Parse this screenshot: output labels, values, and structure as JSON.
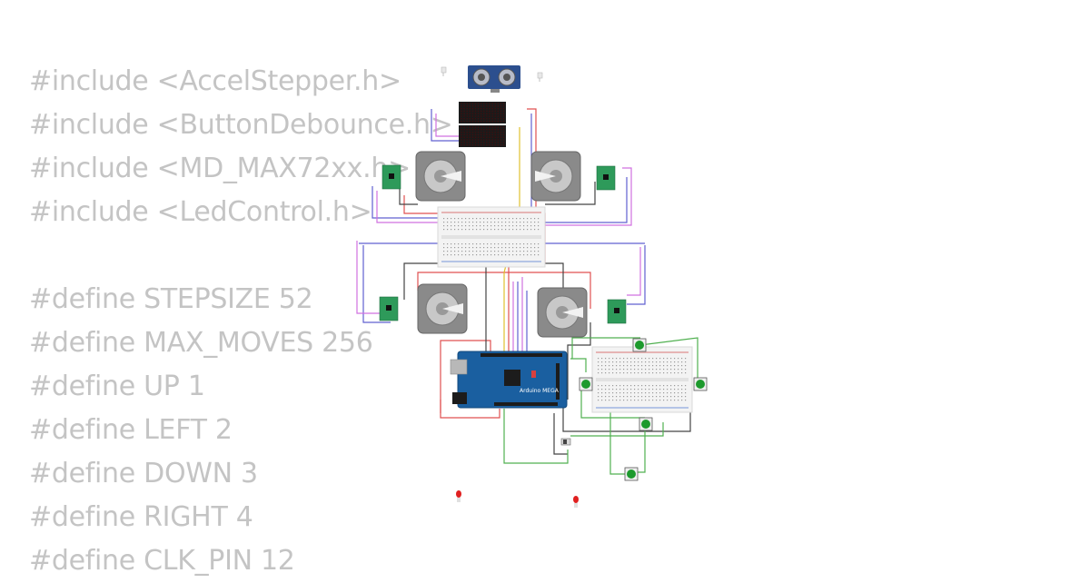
{
  "code_lines": [
    "#include <AccelStepper.h>",
    "#include <ButtonDebounce.h>",
    "#include <MD_MAX72xx.h>",
    "#include <LedControl.h>",
    "",
    "#define STEPSIZE 52",
    "#define MAX_MOVES 256",
    "#define UP 1",
    "#define LEFT 2",
    "#define DOWN 3",
    "#define RIGHT 4",
    "#define CLK_PIN 12"
  ],
  "circuit": {
    "mcu_label": "Arduino MEGA",
    "colors": {
      "wire_red": "#e05050",
      "wire_purple": "#6060d0",
      "wire_pink": "#d070e0",
      "wire_green": "#50b050",
      "wire_dark": "#444444",
      "wire_yellow": "#e0c030",
      "board_blue": "#1a5fa0",
      "motor_gray": "#8a8a8a",
      "driver_green": "#2e9a5a",
      "button_green": "#1d9a2d",
      "led_red": "#e02020"
    }
  }
}
